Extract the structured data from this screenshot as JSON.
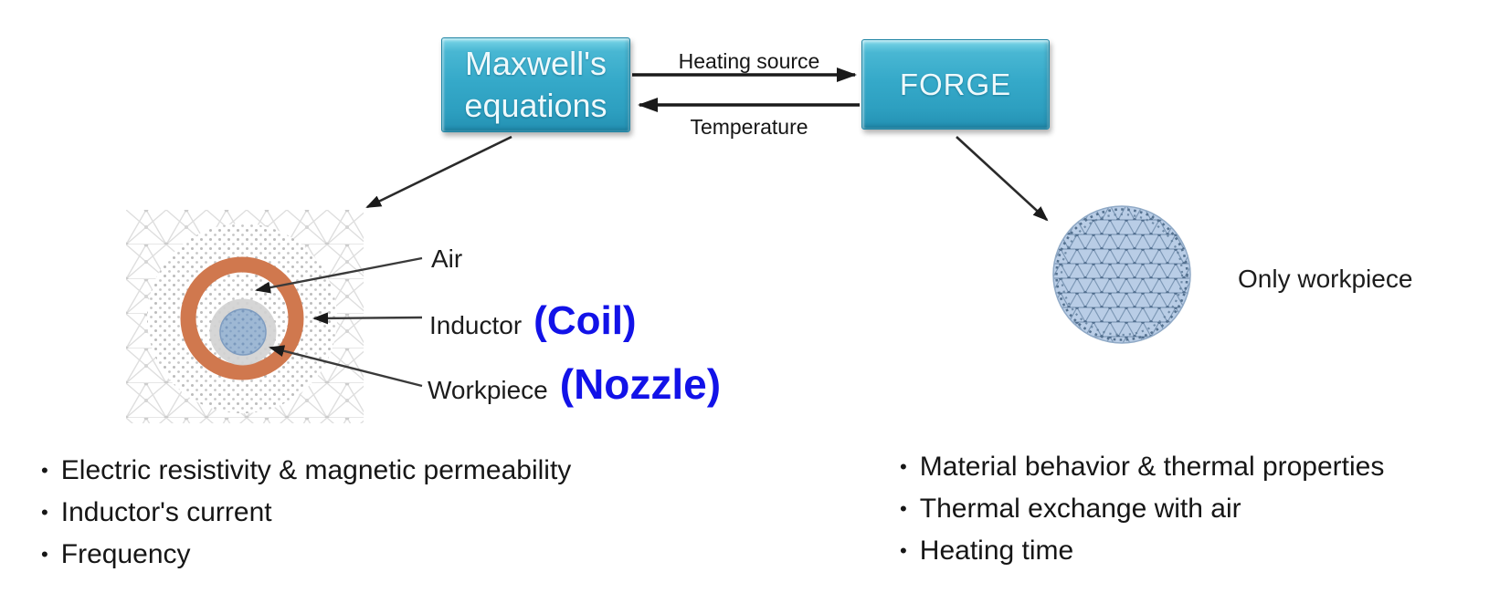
{
  "flowchart": {
    "maxwell_line1": "Maxwell's",
    "maxwell_line2": "equations",
    "forge_label": "FORGE",
    "heating_arrow_label": "Heating source",
    "temperature_arrow_label": "Temperature"
  },
  "em_figure": {
    "air_label": "Air",
    "inductor_label": "Inductor",
    "inductor_annotation": "(Coil)",
    "workpiece_label": "Workpiece",
    "workpiece_annotation": "(Nozzle)"
  },
  "forge_figure": {
    "caption": "Only workpiece"
  },
  "maxwell_inputs": {
    "bullet": "•",
    "items": [
      "Electric resistivity & magnetic permeability",
      "Inductor's current",
      "Frequency"
    ]
  },
  "forge_inputs": {
    "bullet": "•",
    "items": [
      "Material behavior & thermal properties",
      "Thermal exchange with air",
      "Heating time"
    ]
  },
  "colors": {
    "box_teal": "#2fa3c4",
    "annotation_blue": "#1212e8",
    "inductor_orange": "#d0784e",
    "workpiece_blue": "#9eb8d4",
    "arrow_black": "#1a1a1a"
  }
}
